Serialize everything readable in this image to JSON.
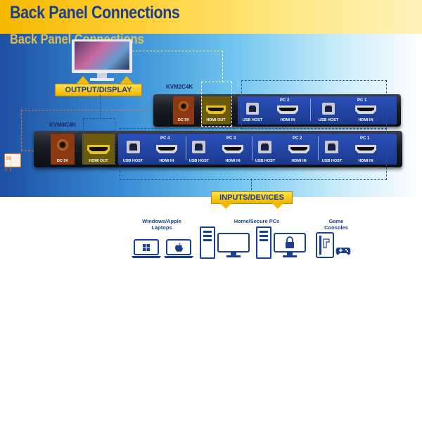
{
  "header": {
    "title": "Back Panel Connections"
  },
  "ghost_title": "Back Panel Connections",
  "callouts": {
    "output": "OUTPUT/DISPLAY",
    "inputs": "INPUTS/DEVICES"
  },
  "kvm2": {
    "model": "KVM2C4K",
    "dc_label": "DC 5V",
    "hdmi_out_label": "HDMI OUT",
    "ports": [
      {
        "pc": "PC 2",
        "usb": "USB HOST",
        "hdmi": "HDMI IN"
      },
      {
        "pc": "PC 1",
        "usb": "USB HOST",
        "hdmi": "HDMI IN"
      }
    ]
  },
  "kvm4": {
    "model": "KVM4C4K",
    "dc_label": "DC 5V",
    "hdmi_out_label": "HDMI OUT",
    "ports": [
      {
        "pc": "PC 4",
        "usb": "USB HOST",
        "hdmi": "HDMI IN"
      },
      {
        "pc": "PC 3",
        "usb": "USB HOST",
        "hdmi": "HDMI IN"
      },
      {
        "pc": "PC 2",
        "usb": "USB HOST",
        "hdmi": "HDMI IN"
      },
      {
        "pc": "PC 1",
        "usb": "USB HOST",
        "hdmi": "HDMI IN"
      }
    ]
  },
  "power_adapter_label": "5V",
  "devices": {
    "laptops_label": "Windows/Apple\nLaptops",
    "pcs_label": "Home/Secure PCs",
    "consoles_label": "Game\nConsoles"
  },
  "colors": {
    "brand_blue": "#1b3f8f",
    "yellow": "#f5b800",
    "power_orange": "#e8742a"
  }
}
